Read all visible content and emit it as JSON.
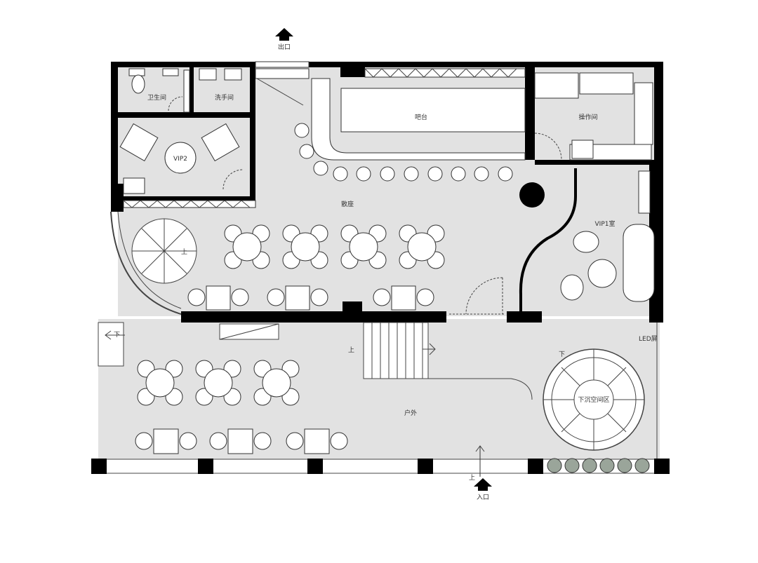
{
  "labels": {
    "exit": "出口",
    "entrance": "入口",
    "toilet": "卫生间",
    "washroom": "洗手间",
    "bar": "吧台",
    "operation_room": "操作间",
    "vip2": "VIP2",
    "vip1": "VIP1室",
    "hall": "散座",
    "outdoor": "户外",
    "led": "LED屏",
    "sunken_space": "下沉空间区",
    "up_stair_spiral": "上",
    "up_stair_main": "上",
    "up_entrance": "上",
    "down_left": "下",
    "down_spiral": "下"
  }
}
